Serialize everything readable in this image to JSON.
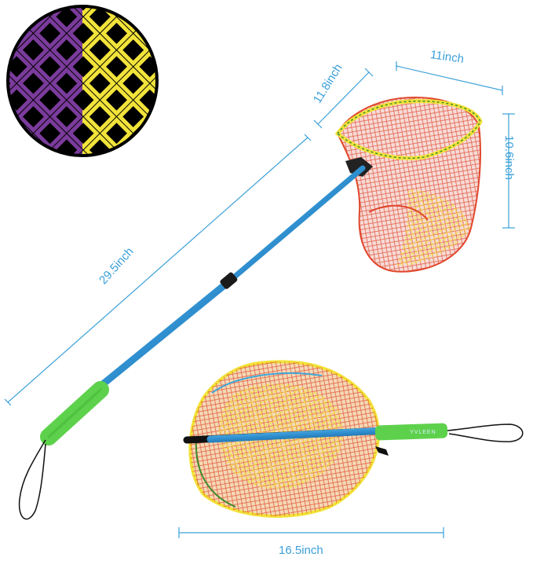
{
  "colors": {
    "dimension": "#3aa0d8",
    "pole_blue": "#2f8fcf",
    "grip_green": "#5ed14c",
    "net_yellow": "#f2e33a",
    "net_red": "#e0472d",
    "net_purple": "#7b3b9c",
    "frame_green": "#3f8b2e"
  },
  "dimensions": {
    "width": "11inch",
    "depth": "11.8inch",
    "height": "10.6inch",
    "length": "29.5inch",
    "folded_width": "16.5inch"
  },
  "brand": "YVLEEN"
}
